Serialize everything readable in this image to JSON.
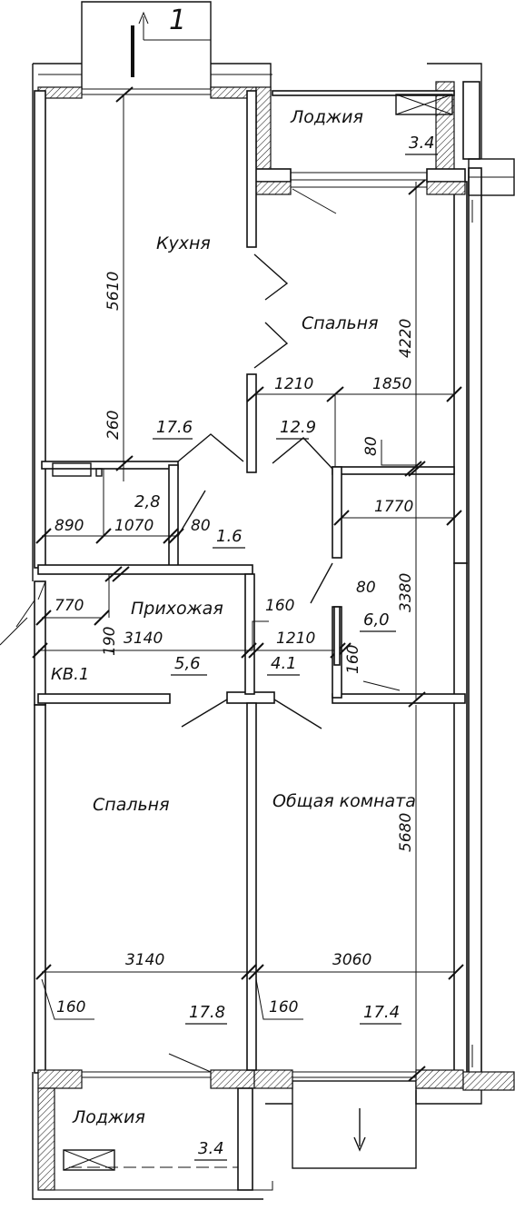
{
  "section_marker": "1",
  "apartment_label": "КВ.1",
  "rooms": {
    "loggia_top": {
      "name": "Лоджия",
      "area": "3.4"
    },
    "kitchen": {
      "name": "Кухня",
      "area": "17.6"
    },
    "bedroom_top": {
      "name": "Спальня",
      "area": "12.9"
    },
    "hallway": {
      "name": "Прихожая",
      "area": "5,6"
    },
    "bath": {
      "area": "2,8"
    },
    "wc": {
      "area": "1.6"
    },
    "corridor": {
      "area": "4.1"
    },
    "closet": {
      "area": "6,0"
    },
    "bedroom_bottom": {
      "name": "Спальня",
      "area": "17.8"
    },
    "living": {
      "name": "Общая комната",
      "area": "17.4"
    },
    "loggia_bottom": {
      "name": "Лоджия",
      "area": "3.4"
    }
  },
  "dimensions": {
    "kitchen_height": "5610",
    "kitchen_gap": "260",
    "bedroom_top_height": "4220",
    "bedroom_top_w1": "1210",
    "bedroom_top_w2": "1850",
    "partition_80_a": "80",
    "closet_width": "1770",
    "closet_height": "3380",
    "partition_80_b": "80",
    "partition_160_c": "160",
    "bath_width": "890",
    "wc_width": "1070",
    "wall_80": "80",
    "hall_770": "770",
    "hall_190": "190",
    "hall_3140": "3140",
    "hall_160": "160",
    "corridor_1210": "1210",
    "living_height": "5680",
    "bedroom_bottom_width": "3140",
    "living_width": "3060",
    "wall_160_left": "160",
    "wall_160_mid": "160"
  }
}
